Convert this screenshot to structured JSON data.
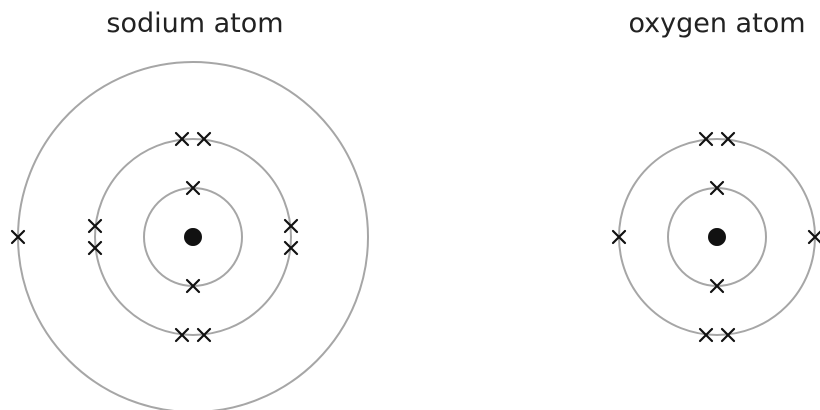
{
  "atoms": [
    {
      "label": "sodium atom",
      "shells": [
        2,
        8,
        1
      ],
      "colors": {
        "shell": "#a6a6a6",
        "nucleus": "#111111",
        "electron": "#111111"
      }
    },
    {
      "label": "oxygen atom",
      "shells": [
        2,
        6
      ],
      "colors": {
        "shell": "#a6a6a6",
        "nucleus": "#111111",
        "electron": "#111111"
      }
    }
  ]
}
